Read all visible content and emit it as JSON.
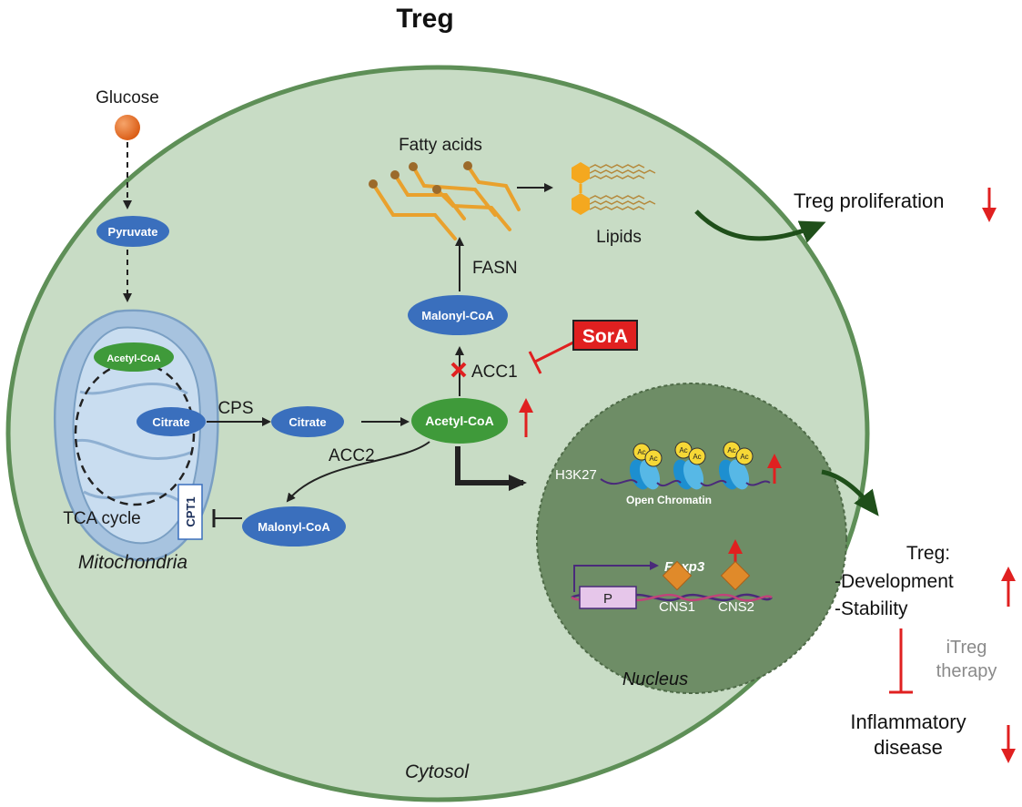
{
  "title": "Treg",
  "metabolites": {
    "glucose": "Glucose",
    "pyruvate": "Pyruvate",
    "acetyl_coa_mito": "Acetyl-CoA",
    "citrate_mito": "Citrate",
    "citrate_cyto": "Citrate",
    "acetyl_coa_cyto": "Acetyl-CoA",
    "malonyl_coa_top": "Malonyl-CoA",
    "malonyl_coa_bottom": "Malonyl-CoA",
    "fatty_acids": "Fatty acids",
    "lipids": "Lipids"
  },
  "enzymes": {
    "cps": "CPS",
    "acc1": "ACC1",
    "acc2": "ACC2",
    "fasn": "FASN",
    "cpt1": "CPT1"
  },
  "drug": "SorA",
  "compartments": {
    "tca_cycle": "TCA cycle",
    "mitochondria": "Mitochondria",
    "nucleus": "Nucleus",
    "cytosol": "Cytosol"
  },
  "nucleus_labels": {
    "histone": "H3K27",
    "ac": "Ac",
    "open_chromatin": "Open Chromatin",
    "gene": "Foxp3",
    "promoter": "P",
    "cns1": "CNS1",
    "cns2": "CNS2"
  },
  "outcomes": {
    "proliferation": "Treg proliferation",
    "treg_header": "Treg:",
    "development": "-Development",
    "stability": "-Stability",
    "itreg_line1": "iTreg",
    "itreg_line2": "therapy",
    "inflammatory_line1": "Inflammatory",
    "inflammatory_line2": "disease"
  },
  "colors": {
    "cell_fill": "#c8dcc5",
    "cell_stroke": "#5e8f57",
    "mito_fill": "#b4cde4",
    "blue_node": "#3a6fbd",
    "green_node": "#3f9a3a",
    "nucleus_fill": "#6e8d66",
    "increase_arrow": "#e02020",
    "fatty_acid": "#e9a12d"
  }
}
